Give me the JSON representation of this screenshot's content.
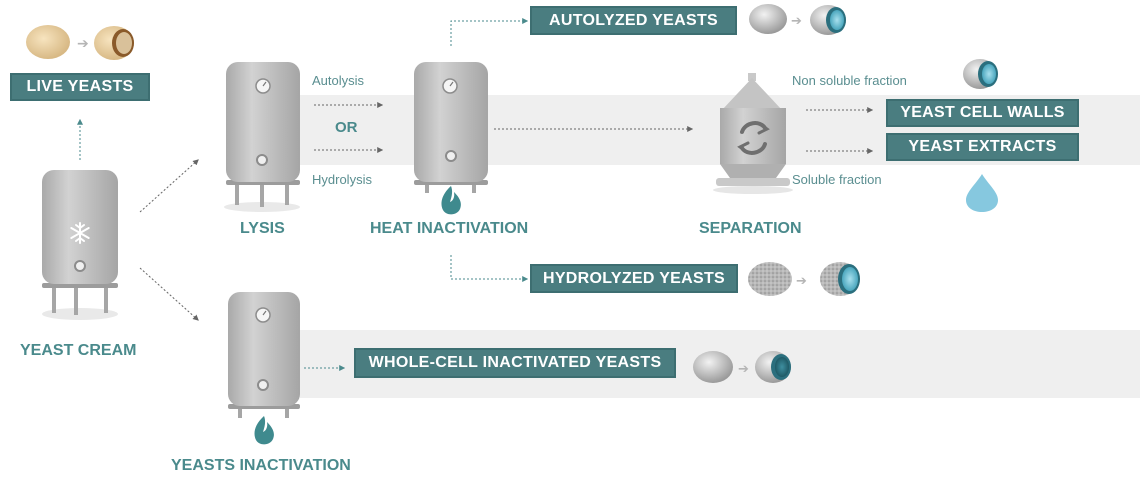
{
  "labels": {
    "live_yeasts": "LIVE YEASTS",
    "yeast_cream": "YEAST CREAM",
    "lysis": "LYSIS",
    "heat_inactivation": "HEAT INACTIVATION",
    "separation": "SEPARATION",
    "yeasts_inactivation": "YEASTS INACTIVATION",
    "autolysis": "Autolysis",
    "or": "OR",
    "hydrolysis": "Hydrolysis",
    "non_soluble": "Non soluble fraction",
    "soluble": "Soluble fraction"
  },
  "products": {
    "autolyzed": "AUTOLYZED YEASTS",
    "hydrolyzed": "HYDROLYZED YEASTS",
    "cell_walls": "YEAST CELL WALLS",
    "extracts": "YEAST EXTRACTS",
    "whole_cell": "WHOLE-CELL INACTIVATED YEASTS"
  },
  "colors": {
    "accent": "#4a7d80",
    "text_teal": "#4a8a8c",
    "band": "#f0f0f0",
    "tank": "#bdbdbd",
    "flame": "#3f8a8e",
    "droplet": "#7fc3dc"
  }
}
